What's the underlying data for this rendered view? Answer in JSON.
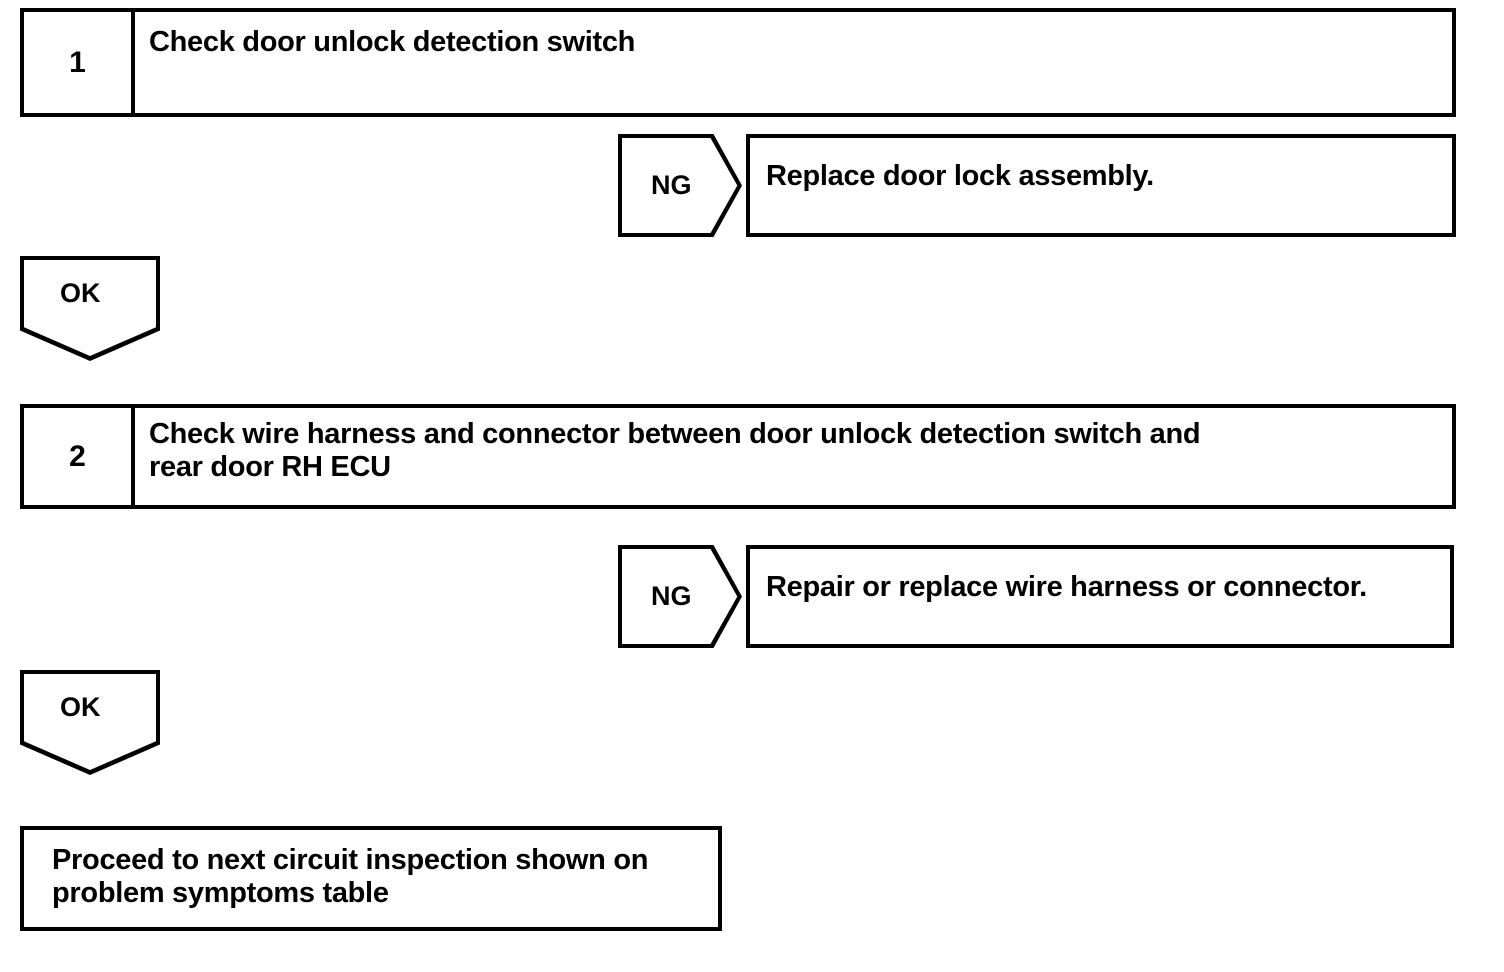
{
  "diagram": {
    "type": "troubleshooting-flowchart",
    "line_color": "#000000",
    "background_color": "#ffffff",
    "steps": [
      {
        "number": "1",
        "text": "Check door unlock detection switch",
        "ng_label": "NG",
        "ng_result": "Replace door lock assembly.",
        "ok_label": "OK"
      },
      {
        "number": "2",
        "text": "Check wire harness and connector between door unlock detection switch and\nrear door RH ECU",
        "ng_label": "NG",
        "ng_result": "Repair or replace wire harness or connector.",
        "ok_label": "OK"
      }
    ],
    "final": {
      "text": "Proceed to next circuit inspection shown on\nproblem symptoms table"
    }
  }
}
